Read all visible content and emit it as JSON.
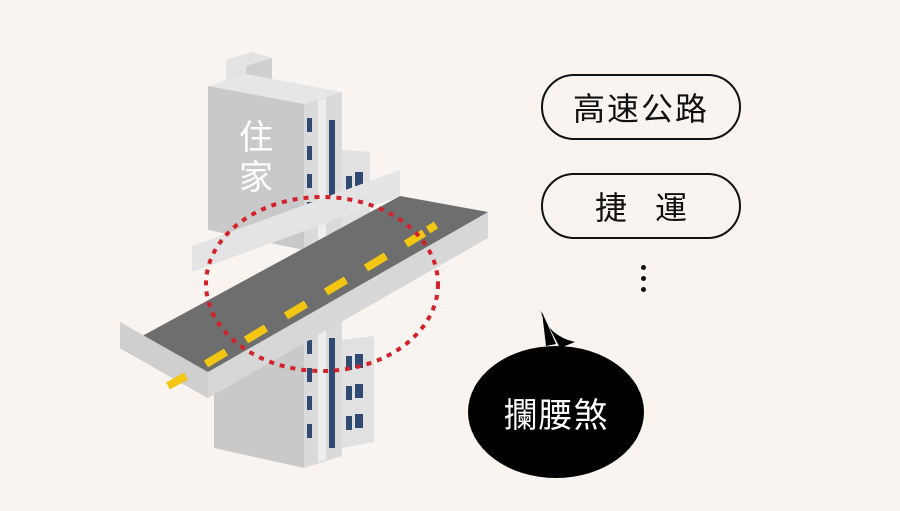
{
  "building": {
    "label_line1": "住",
    "label_line2": "家"
  },
  "options": [
    {
      "label": "高速公路"
    },
    {
      "label": "捷運"
    }
  ],
  "more_indicator": "⋮",
  "callout": {
    "label": "攔腰煞"
  },
  "colors": {
    "background": "#f9f4ef",
    "building_front": "#c9c9c9",
    "building_side": "#e2e2e2",
    "window": "#304a74",
    "road_surface": "#6e6e6e",
    "barrier": "#d7d7d7",
    "lane_marking": "#f3c613",
    "highlight_circle": "#d4202a",
    "bubble": "#000000"
  }
}
